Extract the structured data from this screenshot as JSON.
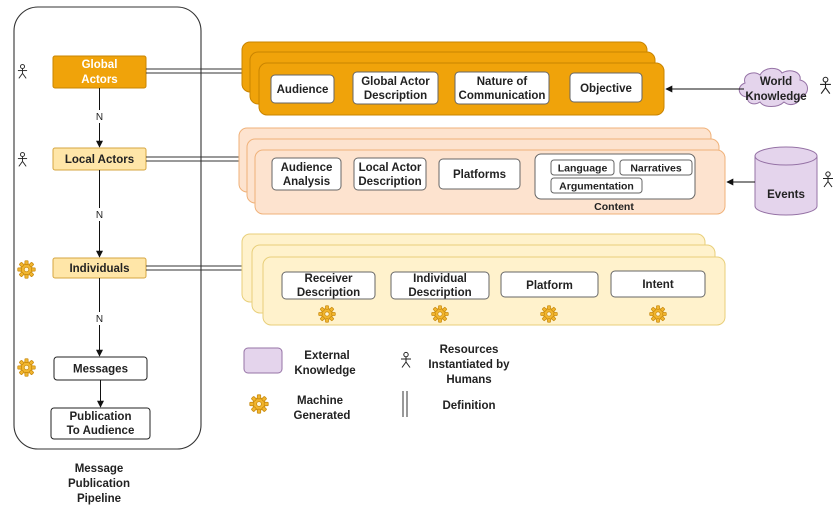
{
  "pipeline": {
    "caption_lines": [
      "Message",
      "Publication",
      "Pipeline"
    ],
    "edge_label": "N",
    "stages": {
      "global_actors": [
        "Global",
        "Actors"
      ],
      "local_actors": "Local Actors",
      "individuals": "Individuals",
      "messages": "Messages",
      "publication": [
        "Publication",
        "To  Audience"
      ]
    }
  },
  "global_layer": {
    "fields": {
      "audience": "Audience",
      "global_actor_description": [
        "Global Actor",
        "Description"
      ],
      "nature_of_communication": [
        "Nature of",
        "Communication"
      ],
      "objective": "Objective"
    },
    "resource": [
      "World",
      "Knowledge"
    ]
  },
  "local_layer": {
    "fields": {
      "audience_analysis": [
        "Audience",
        "Analysis"
      ],
      "local_actor_description": [
        "Local Actor",
        "Description"
      ],
      "platforms": "Platforms"
    },
    "content": {
      "label": "Content",
      "items": {
        "language": "Language",
        "narratives": "Narratives",
        "argumentation": "Argumentation"
      }
    },
    "resource": "Events"
  },
  "individual_layer": {
    "fields": {
      "receiver_description": [
        "Receiver",
        "Description"
      ],
      "individual_description": [
        "Individual",
        "Description"
      ],
      "platform": "Platform",
      "intent": "Intent"
    }
  },
  "legend": {
    "external_knowledge": [
      "External",
      "Knowledge"
    ],
    "resources_by_humans": [
      "Resources",
      "Instantiated by",
      "Humans"
    ],
    "machine_generated": [
      "Machine",
      "Generated"
    ],
    "definition": "Definition"
  },
  "colors": {
    "orange": "#f0a30a",
    "orange_border": "#c98400",
    "orange_light": "#ffe6a8",
    "peach": "#fde3cf",
    "peach_border": "#f0b27a",
    "cream": "#fff2cc",
    "cream_border": "#e8cf7a",
    "lavender": "#e4d4ec",
    "lavender_border": "#9673a6"
  }
}
